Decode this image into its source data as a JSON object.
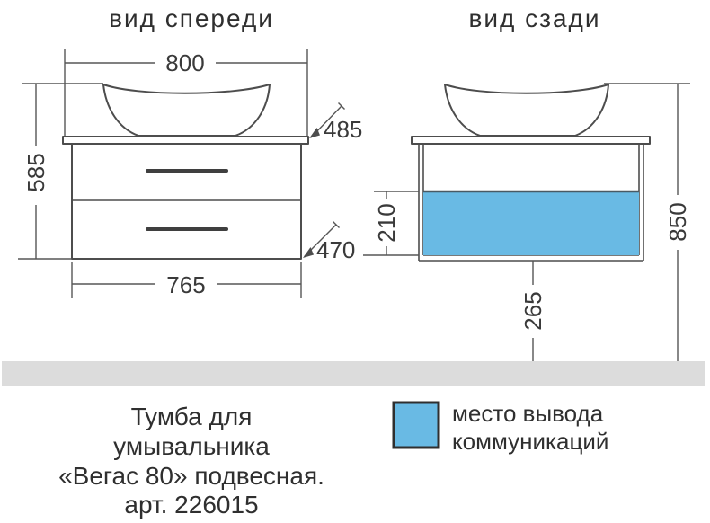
{
  "front_view": {
    "title": "вид спереди",
    "dims": {
      "top_width": "800",
      "side_height": "585",
      "top_depth": "485",
      "cabinet_depth": "470",
      "bottom_width": "765"
    }
  },
  "rear_view": {
    "title": "вид сзади",
    "dims": {
      "cutout_height": "210",
      "floor_clearance": "265",
      "total_height": "850"
    }
  },
  "legend": {
    "line1": "место вывода",
    "line2": "коммуникаций"
  },
  "caption": {
    "line1": "Тумба для",
    "line2": "умывальника",
    "line3": "«Вегас 80» подвесная.",
    "line4": "арт. 226015"
  },
  "colors": {
    "blue_fill": "#69bae4",
    "blue_top_edge": "#4a5a64",
    "floor": "#dcdcdc",
    "line": "#4d4d4d",
    "text": "#2f2f2f"
  }
}
